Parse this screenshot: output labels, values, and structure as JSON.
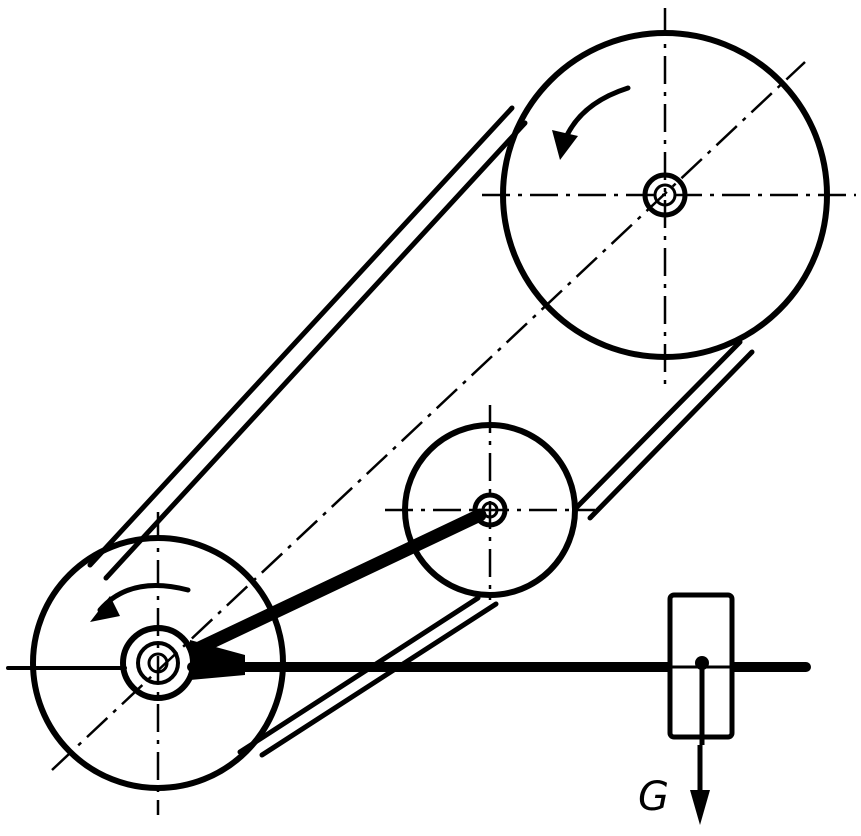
{
  "diagram": {
    "kind": "belt-drive-with-tension-pulley",
    "labels": {
      "load": "G"
    },
    "elements": [
      "drive-pulley",
      "driven-pulley",
      "tension-pulley",
      "belt",
      "lever-arm",
      "hanging-weight",
      "rotation-arrow-driven",
      "rotation-arrow-drive",
      "load-arrow"
    ],
    "colors": {
      "ink": "#000000",
      "paper": "#ffffff"
    }
  }
}
